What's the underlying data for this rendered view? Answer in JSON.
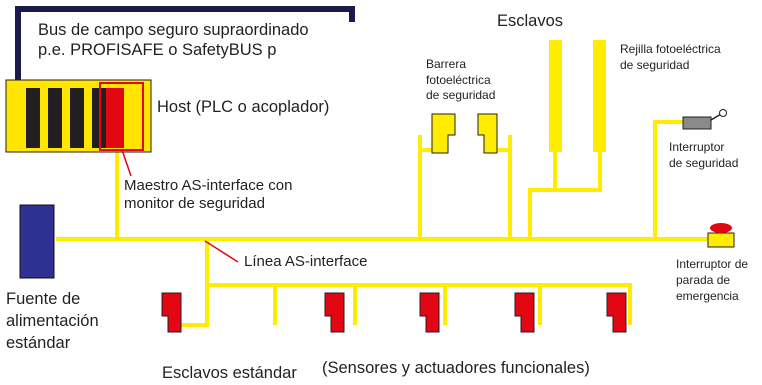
{
  "labels": {
    "bus_line1": "Bus de campo seguro supraordinado",
    "bus_line2": "p.e. PROFISAFE o SafetyBUS p",
    "host": "Host (PLC o acoplador)",
    "master_line1": "Maestro AS-interface con",
    "master_line2": "monitor de seguridad",
    "as_line": "Línea AS-interface",
    "power_line1": "Fuente de",
    "power_line2": "alimentación",
    "power_line3": "estándar",
    "standard_slaves": "Esclavos estándar",
    "functional": "(Sensores y actuadores funcionales)",
    "slaves_title": "Esclavos",
    "barrier_line1": "Barrera",
    "barrier_line2": "fotoeléctrica",
    "barrier_line3": "de seguridad",
    "grid_line1": "Rejilla fotoeléctrica",
    "grid_line2": "de seguridad",
    "switch_line1": "Interruptor",
    "switch_line2": "de seguridad",
    "estop_line1": "Interruptor de",
    "estop_line2": "parada de",
    "estop_line3": "emergencia"
  },
  "colors": {
    "bus_line": "#1b1b4b",
    "as_line": "#ffec00",
    "host_body": "#ffe500",
    "host_stripe": "#231f20",
    "safety_slave": "#ffec00",
    "standard_slave": "#e30613",
    "power_supply": "#2e3092",
    "highlight": "#e30613",
    "switch_body": "#8a8a8a"
  }
}
